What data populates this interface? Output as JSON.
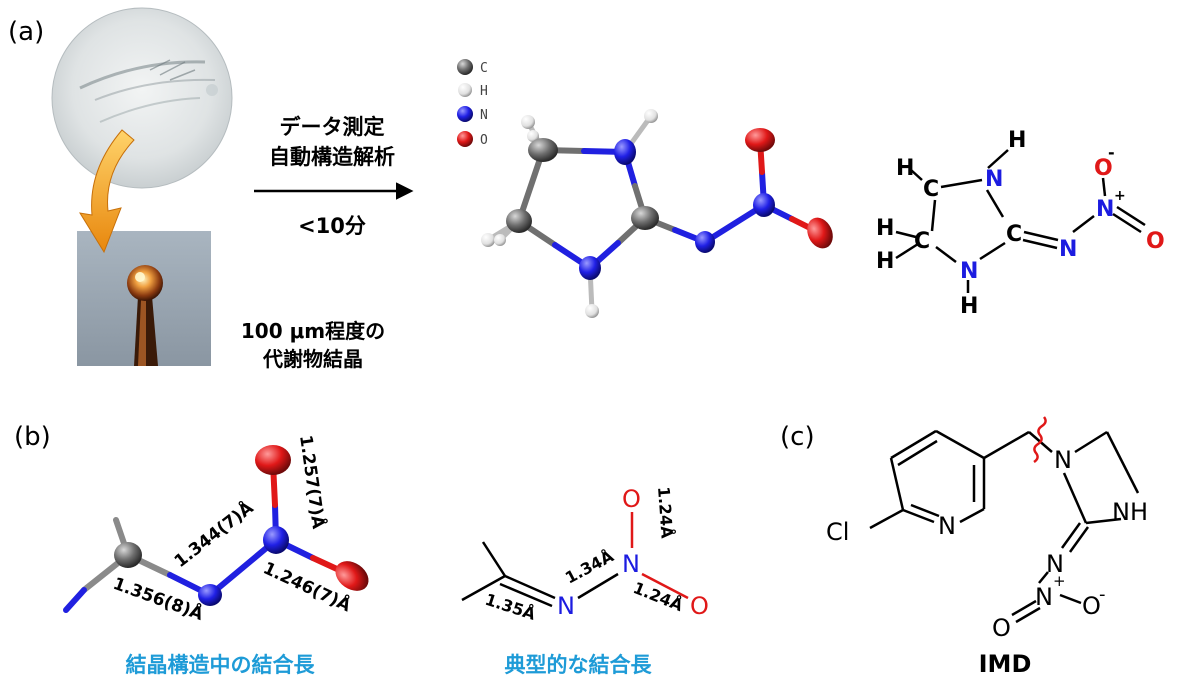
{
  "panels": {
    "a": "(a)",
    "b": "(b)",
    "c": "(c)"
  },
  "panel_a": {
    "process_line1": "データ測定",
    "process_line2": "自動構造解析",
    "time": "<10分",
    "crystal_line1": "100 μm程度の",
    "crystal_line2": "代謝物結晶",
    "legend": [
      "C",
      "H",
      "N",
      "O"
    ],
    "formula": {
      "h_top_left": "H",
      "c_upper": "C",
      "h_left": "H",
      "c_lower": "C",
      "h_bottom_left": "H",
      "n_top": "N",
      "h_n_top": "H",
      "c_center": "C",
      "n_bottom": "N",
      "h_n_bottom": "H",
      "n_exo": "N",
      "n_nitro": "N",
      "plus": "+",
      "o_top": "O",
      "minus": "-",
      "o_right": "O"
    }
  },
  "panel_b": {
    "bond_cn": "1.356(8)Å",
    "bond_nn": "1.344(7)Å",
    "bond_no_top": "1.257(7)Å",
    "bond_no_bottom": "1.246(7)Å",
    "caption_crystal": "結晶構造中の結合長",
    "typical_cn": "1.35Å",
    "typical_nn": "1.34Å",
    "typical_no_top": "1.24Å",
    "typical_no_bottom": "1.24Å",
    "atom_n1": "N",
    "atom_n2": "N",
    "atom_o1": "O",
    "atom_o2": "O",
    "caption_typical": "典型的な結合長"
  },
  "panel_c": {
    "cl": "Cl",
    "n_pyridine": "N",
    "n_ring": "N",
    "nh": "NH",
    "n_exo": "N",
    "n_nitro": "N",
    "plus": "+",
    "o_left": "O",
    "o_right": "O",
    "minus": "-",
    "label": "IMD"
  },
  "colors": {
    "carbon": "#5a5a5a",
    "hydrogen": "#e6e6e6",
    "nitrogen": "#1c1ce0",
    "oxygen": "#e01818",
    "accent_blue": "#1e9bd7",
    "arrow_orange": "#f2a21c"
  }
}
